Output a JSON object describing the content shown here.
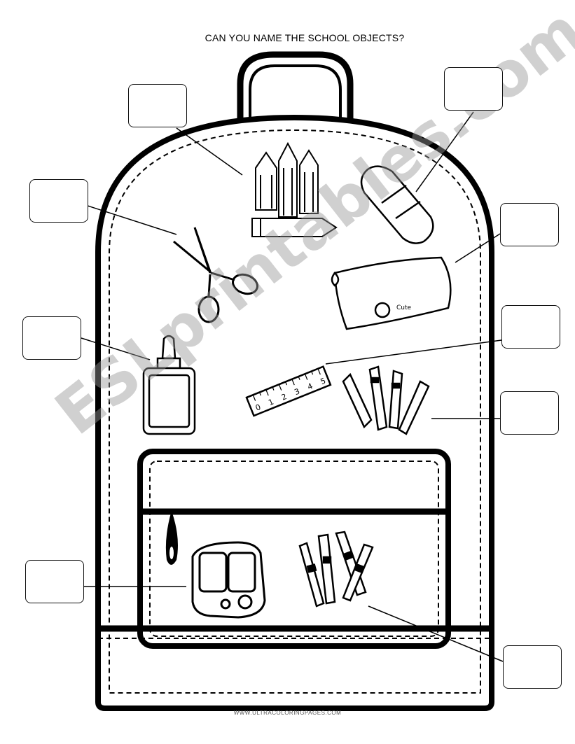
{
  "worksheet": {
    "title": "CAN YOU NAME THE SCHOOL OBJECTS?",
    "credit": "WWW.ULTRACOLORINGPAGES.COM",
    "watermark": "ESLprintables.com",
    "pencil_case_brand": "Cute",
    "ruler_numbers": [
      "0",
      "1",
      "2",
      "3",
      "4",
      "5"
    ]
  },
  "answer_boxes": [
    {
      "object": "pencils",
      "answer": ""
    },
    {
      "object": "eraser",
      "answer": ""
    },
    {
      "object": "scissors",
      "answer": ""
    },
    {
      "object": "pencil-case",
      "answer": ""
    },
    {
      "object": "glue",
      "answer": ""
    },
    {
      "object": "ruler",
      "answer": ""
    },
    {
      "object": "markers",
      "answer": ""
    },
    {
      "object": "sharpener",
      "answer": ""
    },
    {
      "object": "crayons",
      "answer": ""
    }
  ]
}
